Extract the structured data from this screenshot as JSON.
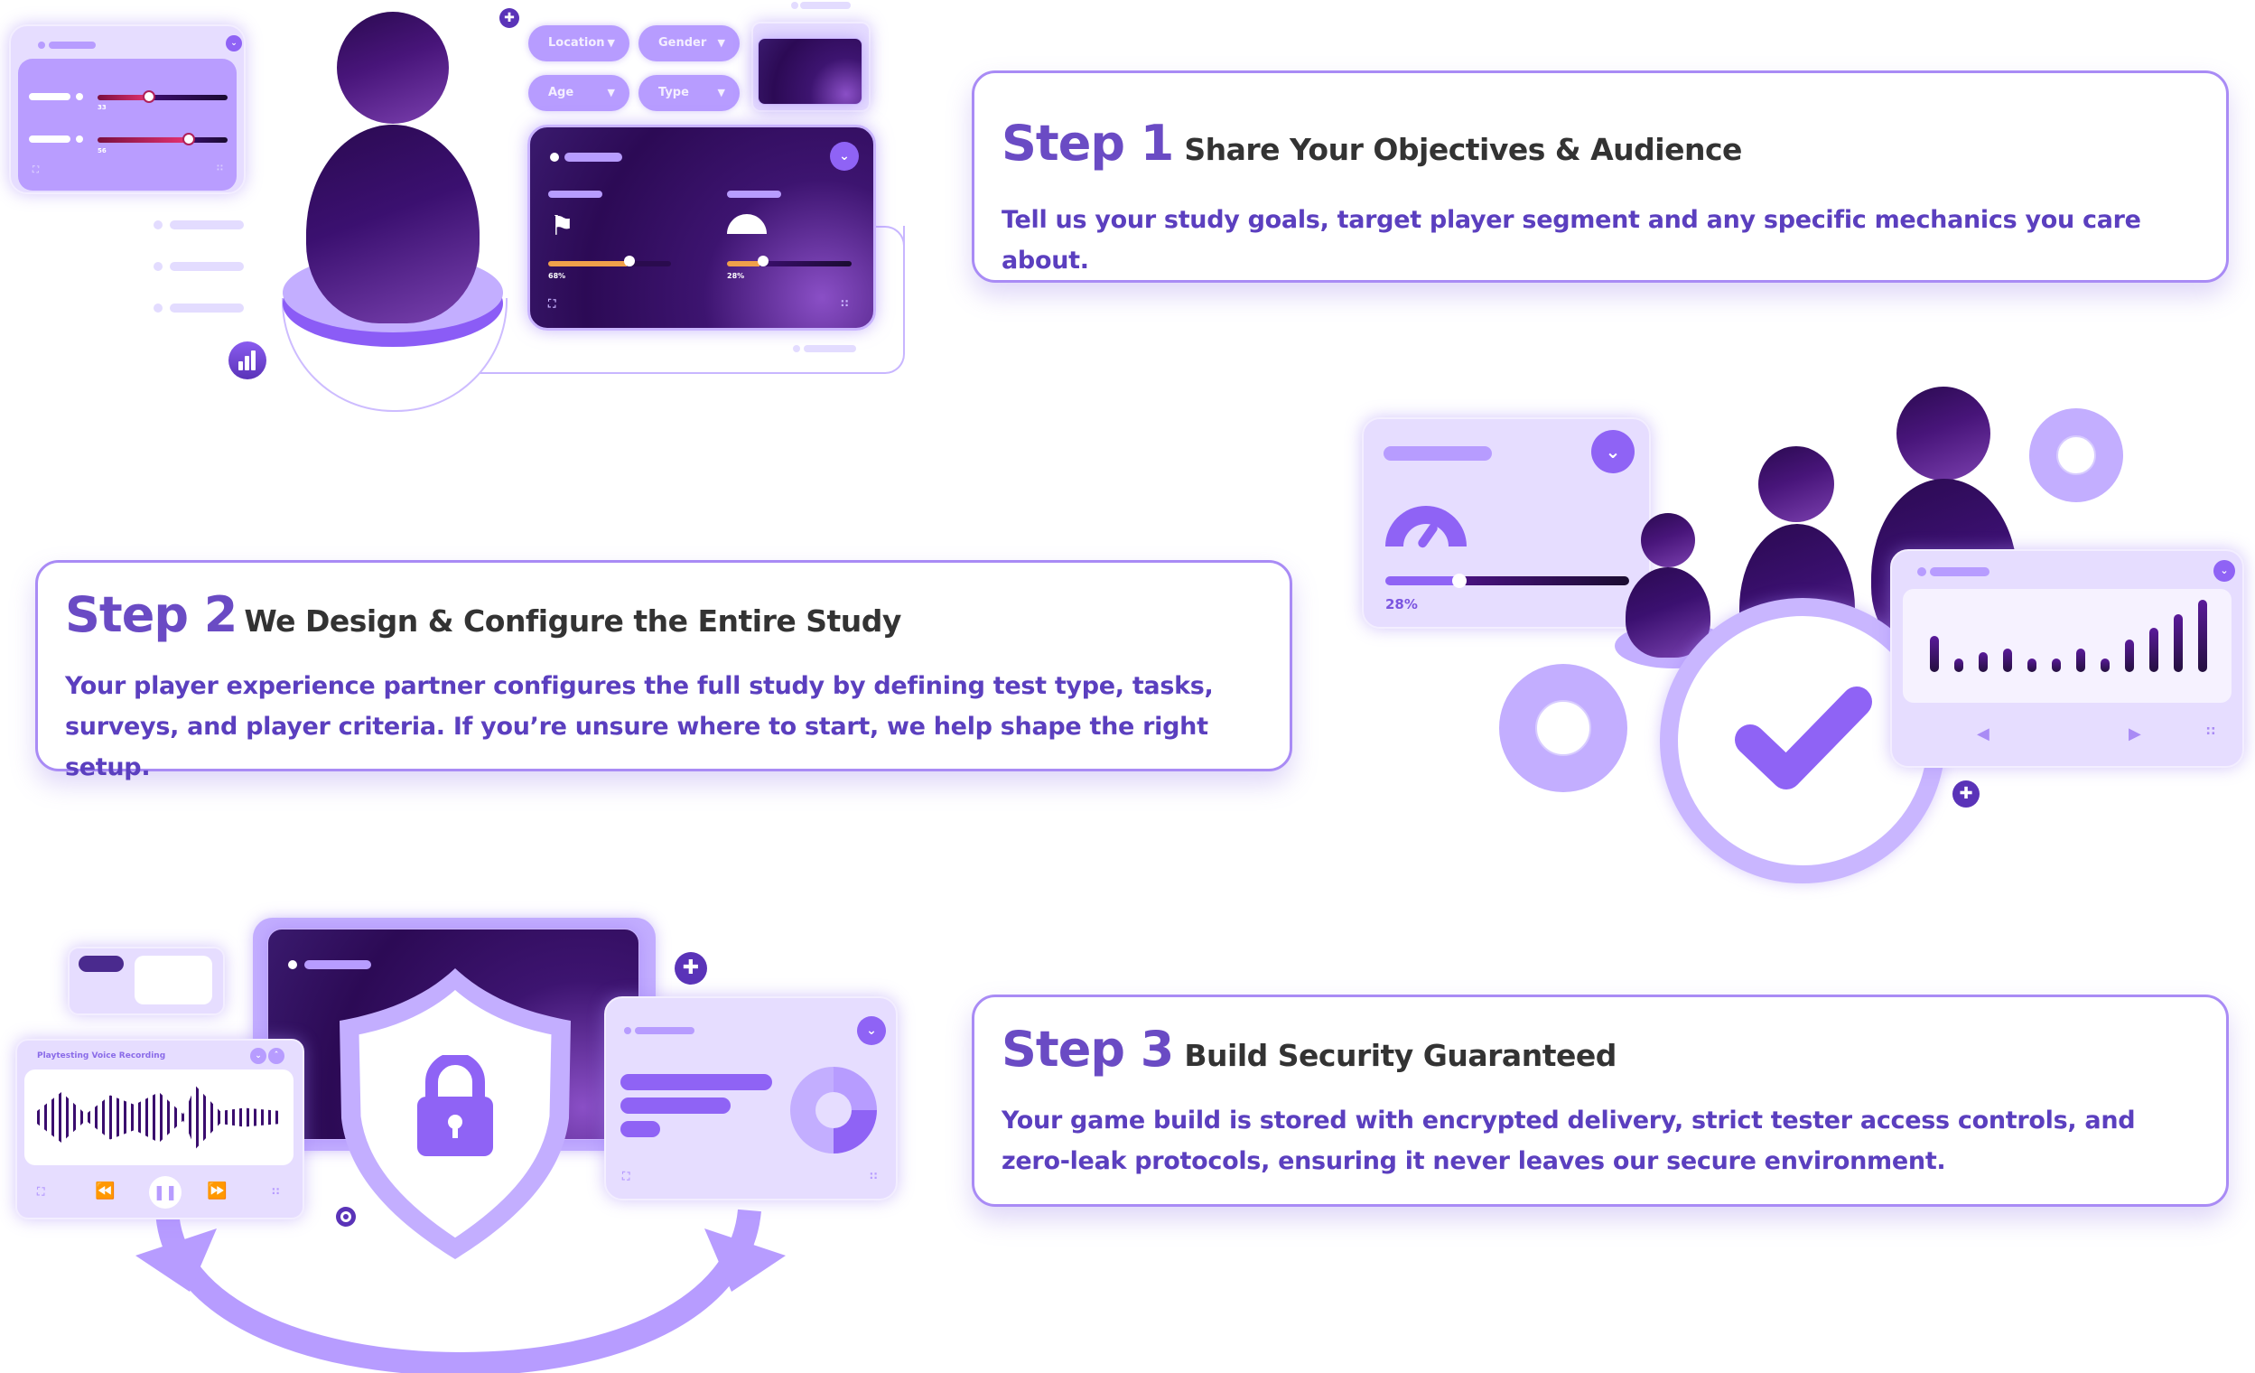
{
  "steps": [
    {
      "number": "Step 1",
      "title": "Share Your Objectives & Audience",
      "description": "Tell us your study goals, target player segment and any specific mechanics you care about."
    },
    {
      "number": "Step 2",
      "title": "We Design & Configure the Entire Study",
      "description": "Your player experience partner configures the full study by defining test type, tasks, surveys, and player criteria. If you’re unsure where to start, we help shape the right setup."
    },
    {
      "number": "Step 3",
      "title": "Build Security Guaranteed",
      "description": "Your game build is stored with encrypted delivery, strict tester access controls, and zero-leak protocols, ensuring it never leaves our secure environment."
    }
  ],
  "illustration1": {
    "filters": [
      "Location",
      "Gender",
      "Age",
      "Type"
    ],
    "sliders": [
      {
        "value": "33"
      },
      {
        "value": "56"
      }
    ],
    "dark_panel": {
      "left_metric": "68%",
      "right_metric": "28%"
    },
    "icons": [
      "chart-bar-icon",
      "milestones-icon",
      "gauge-icon",
      "gamepad-icon"
    ]
  },
  "illustration2": {
    "gauge_panel": {
      "value": "28%"
    },
    "bar_chart": {
      "bars": [
        40,
        15,
        22,
        26,
        15,
        15,
        26,
        15,
        36,
        49,
        64,
        80
      ]
    },
    "icons": [
      "gear-icon",
      "checkmark-icon",
      "users-icon",
      "gamepad-icon"
    ]
  },
  "illustration3": {
    "voice_panel": {
      "title": "Playtesting Voice Recording"
    },
    "icons": [
      "shield-icon",
      "lock-icon",
      "donut-chart-icon",
      "cycle-arrows-icon",
      "gamepad-icon"
    ]
  },
  "colors": {
    "accent": "#6a4bc4",
    "body_text": "#5b3fbf",
    "title_text": "#333333",
    "card_border": "#a98bf5",
    "lavender": "#b79cff",
    "dark_purple": "#2c0a55"
  }
}
